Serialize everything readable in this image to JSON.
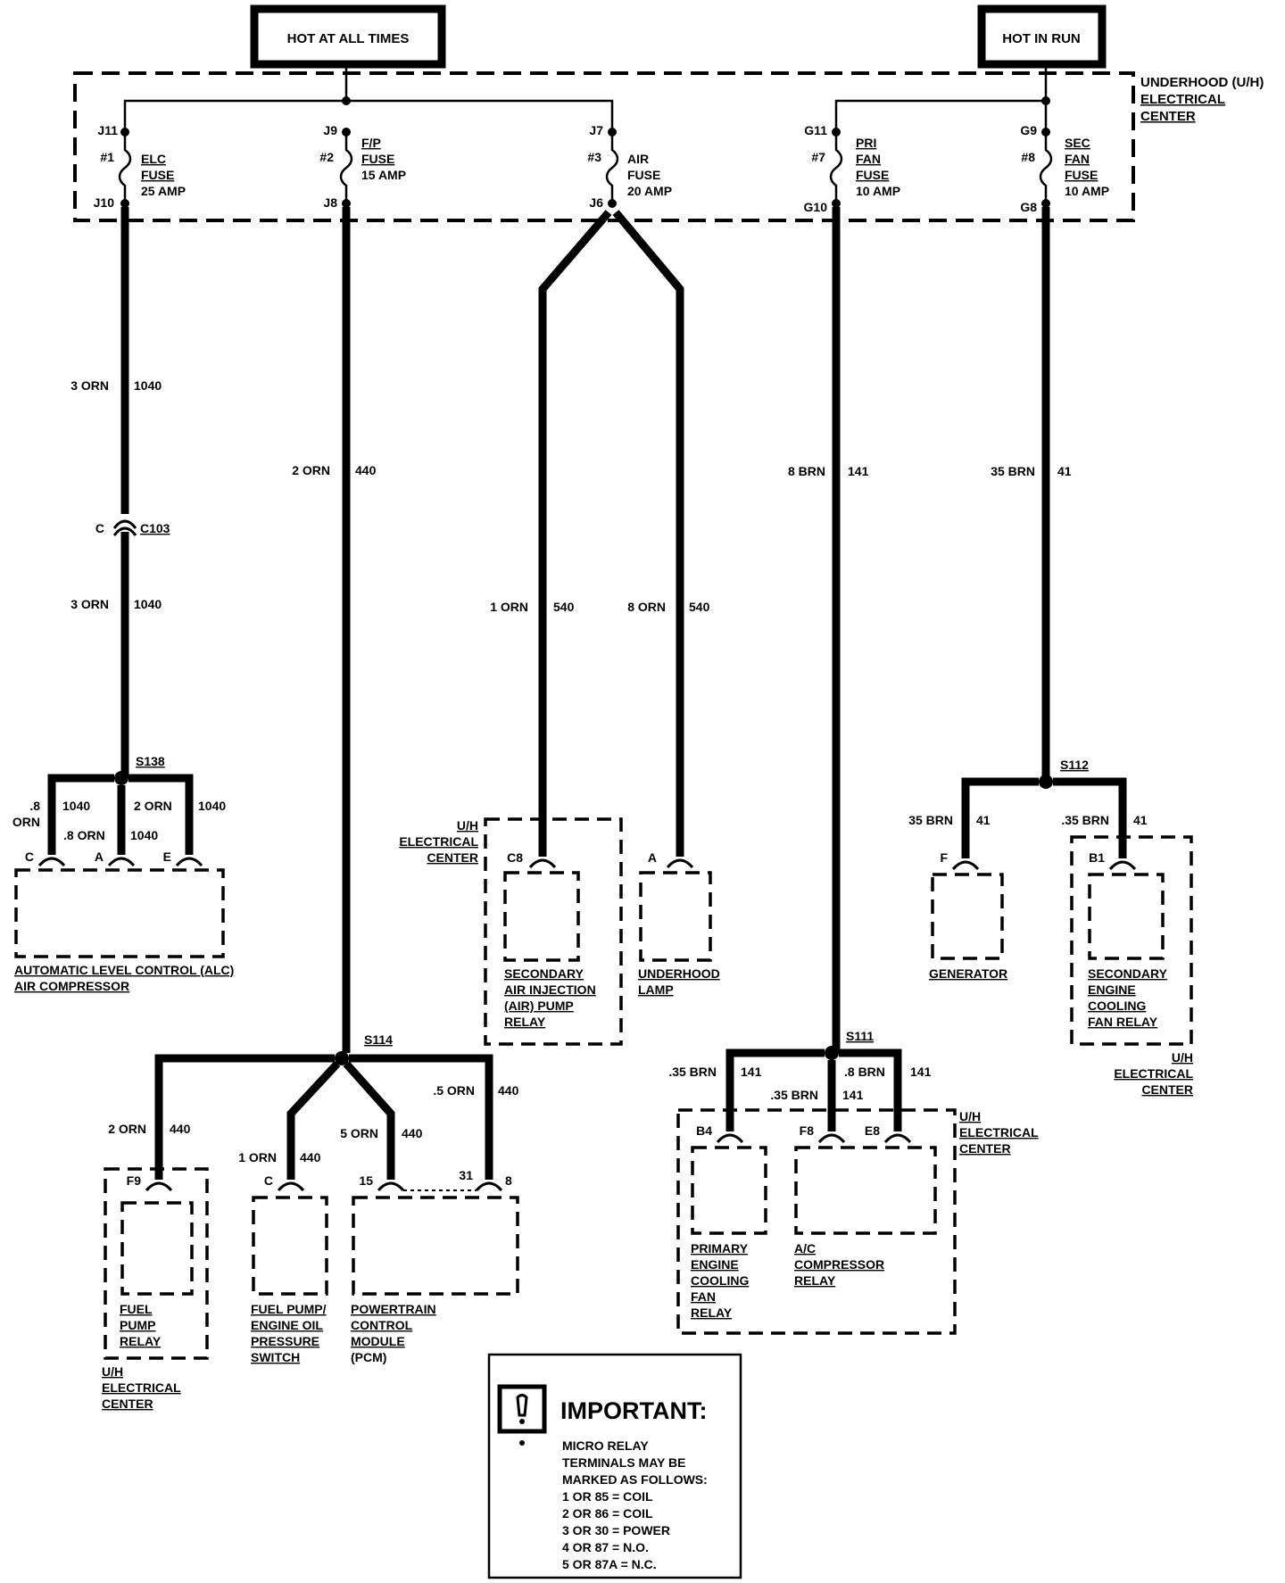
{
  "power": {
    "hot_at_all_times": "HOT AT ALL TIMES",
    "hot_in_run": "HOT IN RUN"
  },
  "uh_center": {
    "line1": "UNDERHOOD (U/H)",
    "line2": "ELECTRICAL",
    "line3": "CENTER"
  },
  "fuses": [
    {
      "top": "J11",
      "bottom": "J10",
      "num": "#1",
      "l1": "ELC",
      "l2": "FUSE",
      "l3": "25 AMP"
    },
    {
      "top": "J9",
      "bottom": "J8",
      "num": "#2",
      "l1": "F/P",
      "l2": "FUSE",
      "l3": "15 AMP"
    },
    {
      "top": "J7",
      "bottom": "J6",
      "num": "#3",
      "l1": "AIR",
      "l2": "FUSE",
      "l3": "20 AMP"
    },
    {
      "top": "G11",
      "bottom": "G10",
      "num": "#7",
      "l1": "PRI",
      "l2": "FAN",
      "l3": "FUSE",
      "l4": "10 AMP"
    },
    {
      "top": "G9",
      "bottom": "G8",
      "num": "#8",
      "l1": "SEC",
      "l2": "FAN",
      "l3": "FUSE",
      "l4": "10 AMP"
    }
  ],
  "wires": {
    "w1_upper": {
      "size": "3 ORN",
      "circuit": "1040"
    },
    "w1_lower": {
      "size": "3 ORN",
      "circuit": "1040"
    },
    "w2": {
      "size": "2 ORN",
      "circuit": "440"
    },
    "w3a": {
      "size": "1 ORN",
      "circuit": "540"
    },
    "w3b": {
      "size": "8 ORN",
      "circuit": "540"
    },
    "w7": {
      "size": "8 BRN",
      "circuit": "141"
    },
    "w8": {
      "size": "35 BRN",
      "circuit": "41"
    }
  },
  "connector_c103": {
    "pin": "C",
    "name": "C103"
  },
  "splices": {
    "s138": "S138",
    "s114": "S114",
    "s111": "S111",
    "s112": "S112"
  },
  "alc": {
    "left_size_1": ".8",
    "left_size_2": "ORN",
    "left_circuit": "1040",
    "mid_size": ".8 ORN",
    "mid_circuit": "1040",
    "right_size": "2 ORN",
    "right_circuit": "1040",
    "pins": [
      "C",
      "A",
      "E"
    ],
    "label1": "AUTOMATIC LEVEL CONTROL (ALC)",
    "label2": "AIR COMPRESSOR"
  },
  "air_relay": {
    "uh1": "U/H",
    "uh2": "ELECTRICAL",
    "uh3": "CENTER",
    "pin": "C8",
    "label": [
      "SECONDARY",
      "AIR INJECTION",
      "(AIR) PUMP",
      "RELAY"
    ]
  },
  "underhood_lamp": {
    "pin": "A",
    "label": [
      "UNDERHOOD",
      "LAMP"
    ]
  },
  "generator": {
    "size": "35 BRN",
    "circuit": "41",
    "pin": "F",
    "label": "GENERATOR"
  },
  "sec_fan_relay": {
    "size": ".35 BRN",
    "circuit": "41",
    "pin": "B1",
    "label": [
      "SECONDARY",
      "ENGINE",
      "COOLING",
      "FAN RELAY"
    ],
    "uh1": "U/H",
    "uh2": "ELECTRICAL",
    "uh3": "CENTER"
  },
  "fuel_pump_relay": {
    "size": "2 ORN",
    "circuit": "440",
    "pin": "F9",
    "label": [
      "FUEL",
      "PUMP",
      "RELAY"
    ],
    "uh1": "U/H",
    "uh2": "ELECTRICAL",
    "uh3": "CENTER"
  },
  "oil_switch": {
    "size": "1 ORN",
    "circuit": "440",
    "pin": "C",
    "label": [
      "FUEL PUMP/",
      "ENGINE OIL",
      "PRESSURE",
      "SWITCH"
    ]
  },
  "pcm": {
    "size_a": "5 ORN",
    "circuit_a": "440",
    "size_b": ".5 ORN",
    "circuit_b": "440",
    "pins": [
      "15",
      "31",
      "8"
    ],
    "label": [
      "POWERTRAIN",
      "CONTROL",
      "MODULE",
      "(PCM)"
    ]
  },
  "pri_fan_relay": {
    "size": ".35 BRN",
    "circuit": "141",
    "pin": "B4",
    "label": [
      "PRIMARY",
      "ENGINE",
      "COOLING",
      "FAN",
      "RELAY"
    ]
  },
  "ac_relay": {
    "size_a": ".35 BRN",
    "circuit_a": "141",
    "size_b": ".8 BRN",
    "circuit_b": "141",
    "pins": [
      "F8",
      "E8"
    ],
    "label": [
      "A/C",
      "COMPRESSOR",
      "RELAY"
    ],
    "uh1": "U/H",
    "uh2": "ELECTRICAL",
    "uh3": "CENTER"
  },
  "important": {
    "title": "IMPORTANT:",
    "lines": [
      "MICRO RELAY",
      "TERMINALS MAY BE",
      "MARKED AS FOLLOWS:",
      "1 OR 85 = COIL",
      "2 OR 86 = COIL",
      "3 OR 30 = POWER",
      "4 OR 87 = N.O.",
      "5 OR 87A = N.C."
    ]
  }
}
